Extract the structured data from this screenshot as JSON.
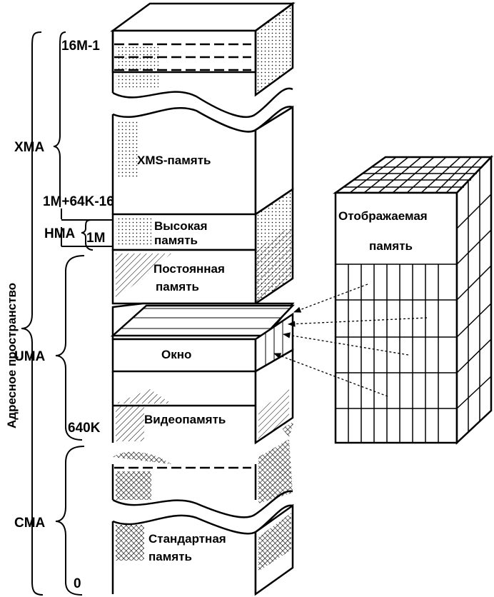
{
  "address_space_label": "Адресное пространство",
  "regions": {
    "xma": "XMA",
    "hma": "HMA",
    "uma": "UMA",
    "cma": "CMA"
  },
  "addresses": {
    "top": "16M-1",
    "hma_start": "1M+64K-16",
    "one_meg": "1M",
    "k640": "640K",
    "zero": "0"
  },
  "blocks": {
    "xms": "XMS-память",
    "high_line1": "Высокая",
    "high_line2": "память",
    "rom_line1": "Постоянная",
    "rom_line2": "память",
    "window": "Окно",
    "video": "Видеопамять",
    "std_line1": "Стандартная",
    "std_line2": "память"
  },
  "mapped_memory": {
    "line1": "Отображаемая",
    "line2": "память"
  },
  "colors": {
    "ink": "#000000",
    "paper": "#ffffff"
  }
}
